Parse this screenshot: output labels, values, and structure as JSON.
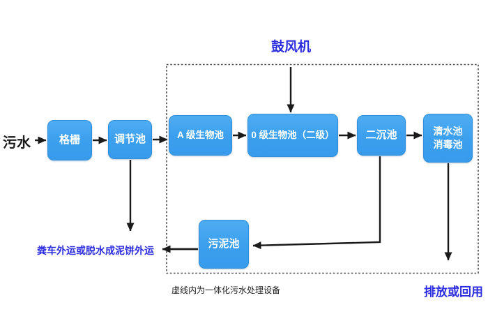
{
  "diagram": {
    "type": "flowchart",
    "subject": "integrated sewage treatment process",
    "influent_label": "污水",
    "blower_label": "鼓风机",
    "nodes": {
      "grille": {
        "label": "格栅"
      },
      "regulating": {
        "label": "调节池"
      },
      "a_bio": {
        "label": "A 级生物池"
      },
      "o_bio": {
        "label": "0 级生物池（二级）"
      },
      "secondary_sed": {
        "label": "二沉池"
      },
      "clearwater": {
        "line1": "清水池",
        "line2": "消毒池"
      },
      "sludge": {
        "label": "污泥池"
      }
    },
    "outputs": {
      "sludge_out": "粪车外运或脱水成泥饼外运",
      "discharge": "排放或回用"
    },
    "annotations": {
      "dashed_box_note": "虚线内为一体化污水处理设备"
    },
    "edges": [
      {
        "from": "污水",
        "to": "格栅"
      },
      {
        "from": "格栅",
        "to": "调节池"
      },
      {
        "from": "调节池",
        "to": "A 级生物池"
      },
      {
        "from": "A 级生物池",
        "to": "0 级生物池（二级）"
      },
      {
        "from": "0 级生物池（二级）",
        "to": "二沉池"
      },
      {
        "from": "二沉池",
        "to": "清水池/消毒池"
      },
      {
        "from": "鼓风机",
        "to": "0 级生物池（二级）"
      },
      {
        "from": "调节池",
        "to": "粪车外运或脱水成泥饼外运"
      },
      {
        "from": "二沉池",
        "to": "污泥池"
      },
      {
        "from": "污泥池",
        "to": "粪车外运或脱水成泥饼外运"
      },
      {
        "from": "清水池/消毒池",
        "to": "排放或回用"
      }
    ],
    "colors": {
      "node_fill": "#3FA1EF",
      "node_border": "#2E8FD8",
      "node_text": "#FFFFFF",
      "label_blue": "#2D2DE0",
      "label_black": "#1A1A1A",
      "arrow": "#1A1A1A",
      "dashed_box": "#4A4A4A",
      "background": "#FFFFFF"
    }
  }
}
